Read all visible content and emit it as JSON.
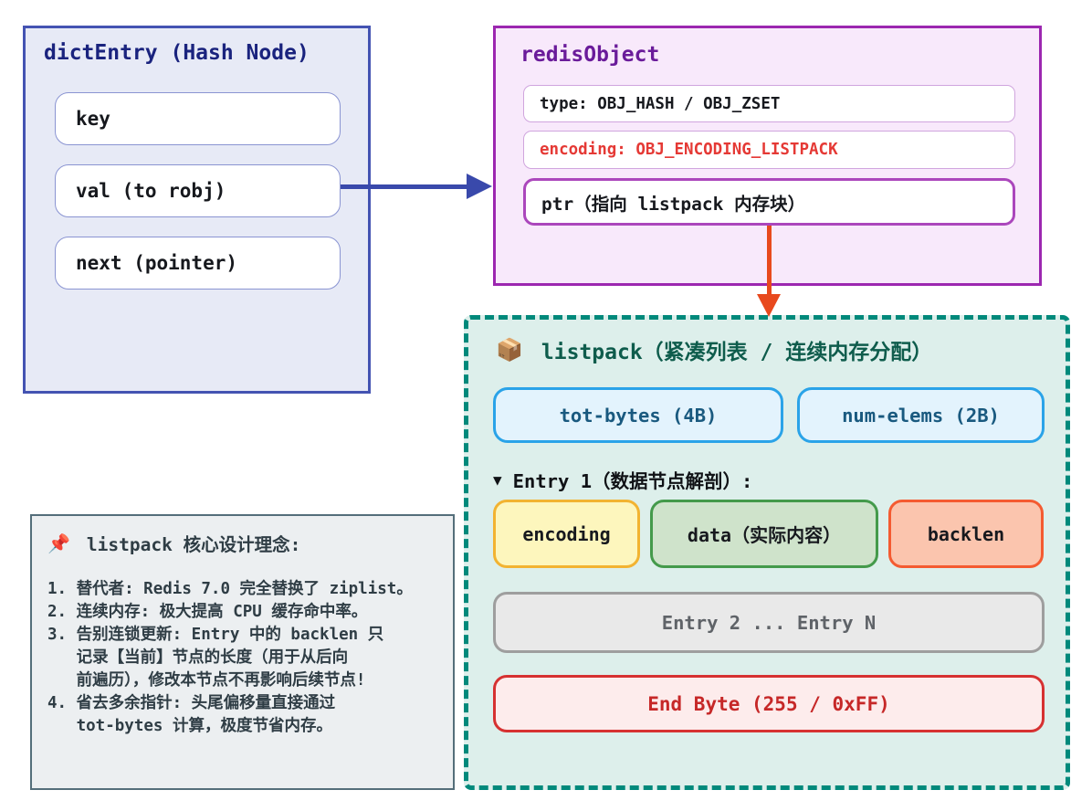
{
  "colors": {
    "dict_bg": "#e7eaf6",
    "dict_border": "#4453b2",
    "dict_title": "#1a237e",
    "redis_bg": "#f8e9fb",
    "redis_border": "#9c27b0",
    "redis_title": "#6a1b9a",
    "encoding_text_red": "#e53935",
    "ptr_row_border": "#ab47bc",
    "arrow_blue": "#3949ab",
    "arrow_orange": "#e8491d",
    "listpack_bg": "#ddefeb",
    "listpack_border": "#00897b",
    "listpack_title": "#0e5c4c",
    "header_cell_bg": "#e3f3fd",
    "header_cell_border": "#2aa3e8",
    "header_cell_text": "#19597f",
    "encoding_cell_bg": "#fdf6bd",
    "encoding_cell_border": "#f2b331",
    "data_cell_bg": "#cfe3cb",
    "data_cell_border": "#449a4b",
    "backlen_cell_bg": "#fbc5ae",
    "backlen_cell_border": "#f45b31",
    "more_cell_bg": "#e9e9e9",
    "more_cell_border": "#9e9e9e",
    "end_byte_bg": "#fdecec",
    "end_byte_border": "#d63131",
    "end_byte_text": "#c62828",
    "note_bg": "#eceff1",
    "note_border": "#546e7a",
    "note_text": "#2f3d45"
  },
  "dict_entry": {
    "title": "dictEntry (Hash Node)",
    "fields": [
      "key",
      "val (to robj)",
      "next (pointer)"
    ]
  },
  "redis_object": {
    "title": "redisObject",
    "type_row": "type: OBJ_HASH / OBJ_ZSET",
    "encoding_row": "encoding: OBJ_ENCODING_LISTPACK",
    "ptr_row": "ptr（指向 listpack 内存块）"
  },
  "listpack": {
    "icon": "📦",
    "title": "listpack（紧凑列表 / 连续内存分配）",
    "tot_bytes": "tot-bytes (4B)",
    "num_elems": "num-elems (2B)",
    "entry_caret": "▼",
    "entry_heading": "Entry 1（数据节点解剖）:",
    "cell_encoding": "encoding",
    "cell_data": "data（实际内容）",
    "cell_backlen": "backlen",
    "more_entries": "Entry 2 ... Entry N",
    "end_byte": "End Byte (255 / 0xFF)"
  },
  "note": {
    "icon": "📌",
    "title": "listpack 核心设计理念:",
    "lines": [
      "1. 替代者: Redis 7.0 完全替换了 ziplist。",
      "2. 连续内存: 极大提高 CPU 缓存命中率。",
      "3. 告别连锁更新: Entry 中的 backlen 只",
      "   记录【当前】节点的长度（用于从后向",
      "   前遍历），修改本节点不再影响后续节点!",
      "4. 省去多余指针: 头尾偏移量直接通过",
      "   tot-bytes 计算，极度节省内存。"
    ]
  }
}
